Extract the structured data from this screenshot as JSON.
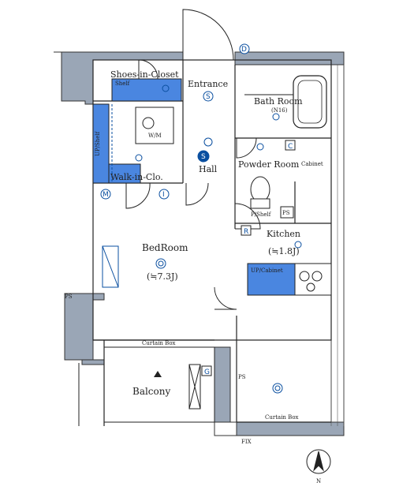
{
  "rooms": {
    "shoes_closet": "Shoes-in-Closet",
    "shelf": "Shelf",
    "entrance": "Entrance",
    "bath_room": "Bath Room",
    "bath_size": "(N16)",
    "wm": "W/M",
    "up_shelf": "UP/Shelf",
    "hall": "Hall",
    "powder_room": "Powder Room",
    "cabinet_small": "Cabinet",
    "walk_in": "Walk-in-Clo.",
    "bedroom": "BedRoom",
    "bedroom_size": "(≒7.3J)",
    "kitchen": "Kitchen",
    "kitchen_size": "(≒1.8J)",
    "up_cabinet": "UP/Cabinet",
    "ps_shelf": "P/Shelf",
    "balcony": "Balcony",
    "curtain_box_top": "Curtain Box",
    "curtain_box_bottom": "Curtain Box",
    "fix": "FIX",
    "north": "N"
  },
  "markers": {
    "d": "D",
    "s1": "S",
    "s2": "S",
    "m": "M",
    "i": "I",
    "c": "C",
    "r": "R",
    "g": "G",
    "ps_box": "PS",
    "ps_left": "PS",
    "ps_balcony": "PS"
  },
  "colors": {
    "accent": "#0a4fa0",
    "closet_fill": "#4a86e0",
    "wall": "#9aa6b6"
  }
}
